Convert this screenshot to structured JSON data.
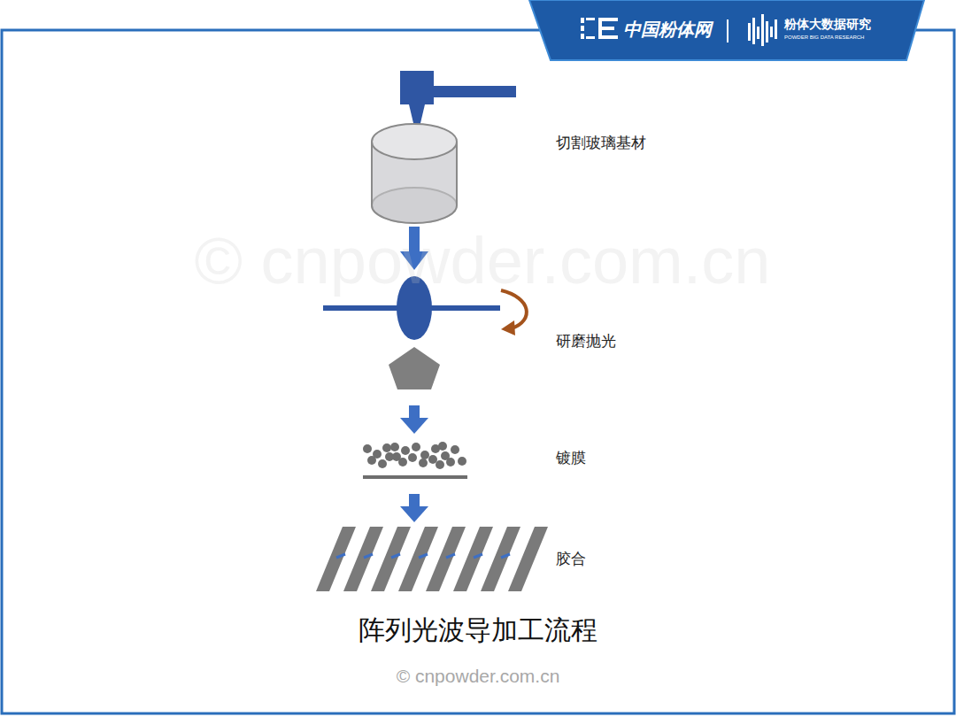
{
  "diagram": {
    "caption": "阵列光波导加工流程",
    "labels": [
      "中国粉体网",
      "粉体大数据研究",
      "POWDER BIG DATA RESEARCH",
      "切割玻璃基材",
      "研磨抛光",
      "镀膜",
      "胶合",
      "© cnpowder.com.cn",
      "© cnpowder.com.cn"
    ]
  }
}
